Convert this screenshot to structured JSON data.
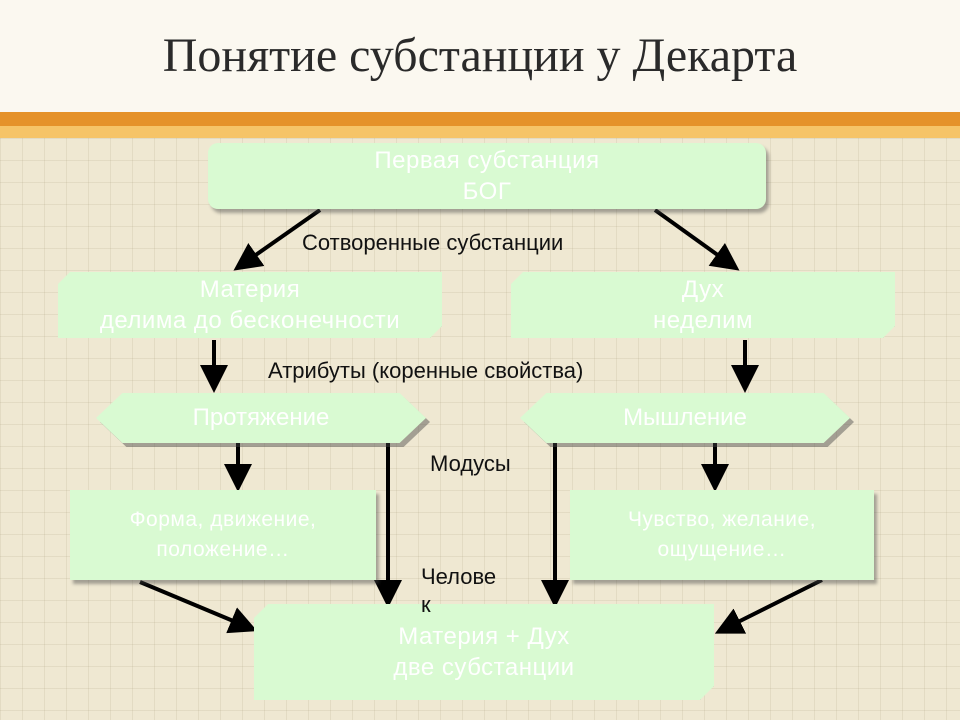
{
  "title": "Понятие субстанции у Декарта",
  "colors": {
    "box_fill": "#d9fad2",
    "box_text": "#ffffff",
    "arrow": "#000000",
    "stripe_dark": "#e5922a",
    "stripe_light": "#f6c468"
  },
  "diagram": {
    "top_box": {
      "line1": "Первая субстанция",
      "line2": "БОГ"
    },
    "created_label": "Сотворенные субстанции",
    "matter_box": {
      "line1": "Материя",
      "line2": "делима до бесконечности"
    },
    "spirit_box": {
      "line1": "Дух",
      "line2": "неделим"
    },
    "attributes_label": "Атрибуты (коренные свойства)",
    "extension": "Протяжение",
    "thinking": "Мышление",
    "modes_label": "Модусы",
    "matter_modes": {
      "line1": "Форма, движение,",
      "line2": "положение…"
    },
    "spirit_modes": {
      "line1": "Чувство, желание,",
      "line2": "ощущение…"
    },
    "human_label": {
      "line1": "Челове",
      "line2": "к"
    },
    "bottom_box": {
      "line1": "Материя + Дух",
      "line2": "две субстанции"
    }
  }
}
